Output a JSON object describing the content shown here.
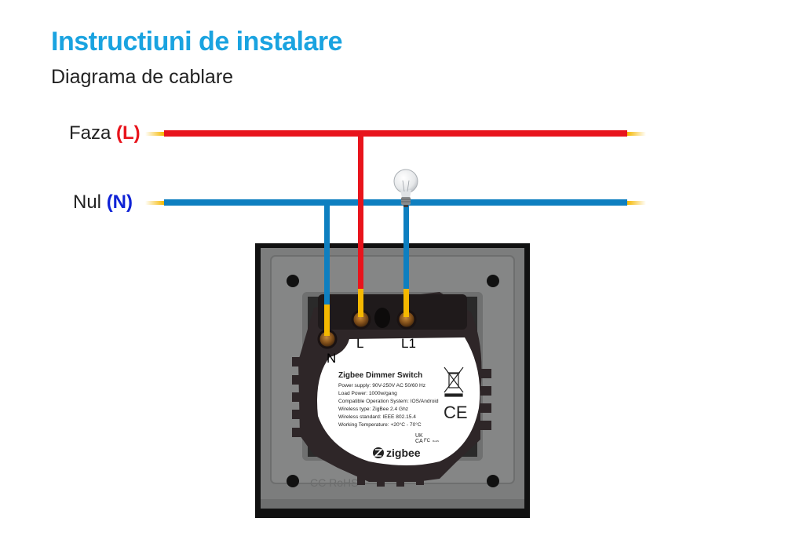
{
  "header": {
    "title": "Instructiuni de instalare",
    "subtitle": "Diagrama de cablare"
  },
  "wires": {
    "phase": {
      "label": "Faza",
      "code": "(L)",
      "color": "#e8141c",
      "code_color": "#e8141c"
    },
    "neutral": {
      "label": "Nul",
      "code": "(N)",
      "color": "#0e7fc0",
      "code_color": "#1023d6"
    },
    "tip_color": "#f5b800"
  },
  "terminals": {
    "n": "N",
    "l": "L",
    "l1": "L1"
  },
  "device_label": {
    "title": "Zigbee Dimmer Switch",
    "specs": [
      "Power supply: 90V-250V AC 50/60 Hz",
      "Load Power: 1000w/gang",
      "Compatible Operation System: IOS/Android",
      "Wireless type: ZigBee 2.4 Ghz",
      "Wireless standard: IEEE 802.15.4",
      "Working Temperature: +20°C - 70°C"
    ],
    "marks": {
      "ce": "CE",
      "ukca_top": "UK",
      "ukca_bottom": "CA",
      "fc": "FC",
      "rohs_small": "RoHS"
    },
    "brand": "zigbee"
  },
  "plate": {
    "embossed": "CC RoHS"
  }
}
